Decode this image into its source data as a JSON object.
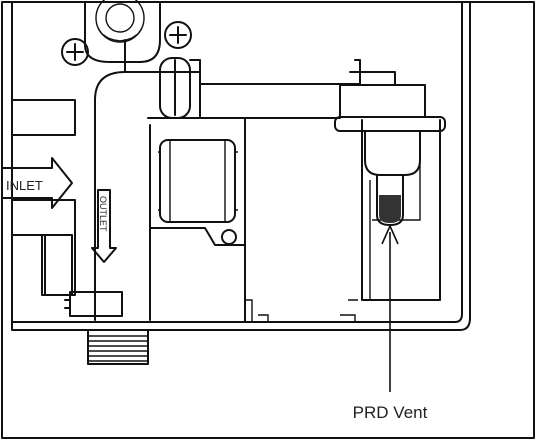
{
  "diagram": {
    "callout_label": "PRD Vent",
    "inlet_label": "INLET",
    "outlet_label": "OUTLET",
    "colors": {
      "line": "#111111",
      "background": "#ffffff",
      "vent_fill": "#c9c9c9",
      "vent_tip": "#333333"
    },
    "icons": [
      "mounting-screw-icon",
      "mounting-screw-icon",
      "inlet-arrow-icon",
      "outlet-arrow-icon"
    ]
  }
}
